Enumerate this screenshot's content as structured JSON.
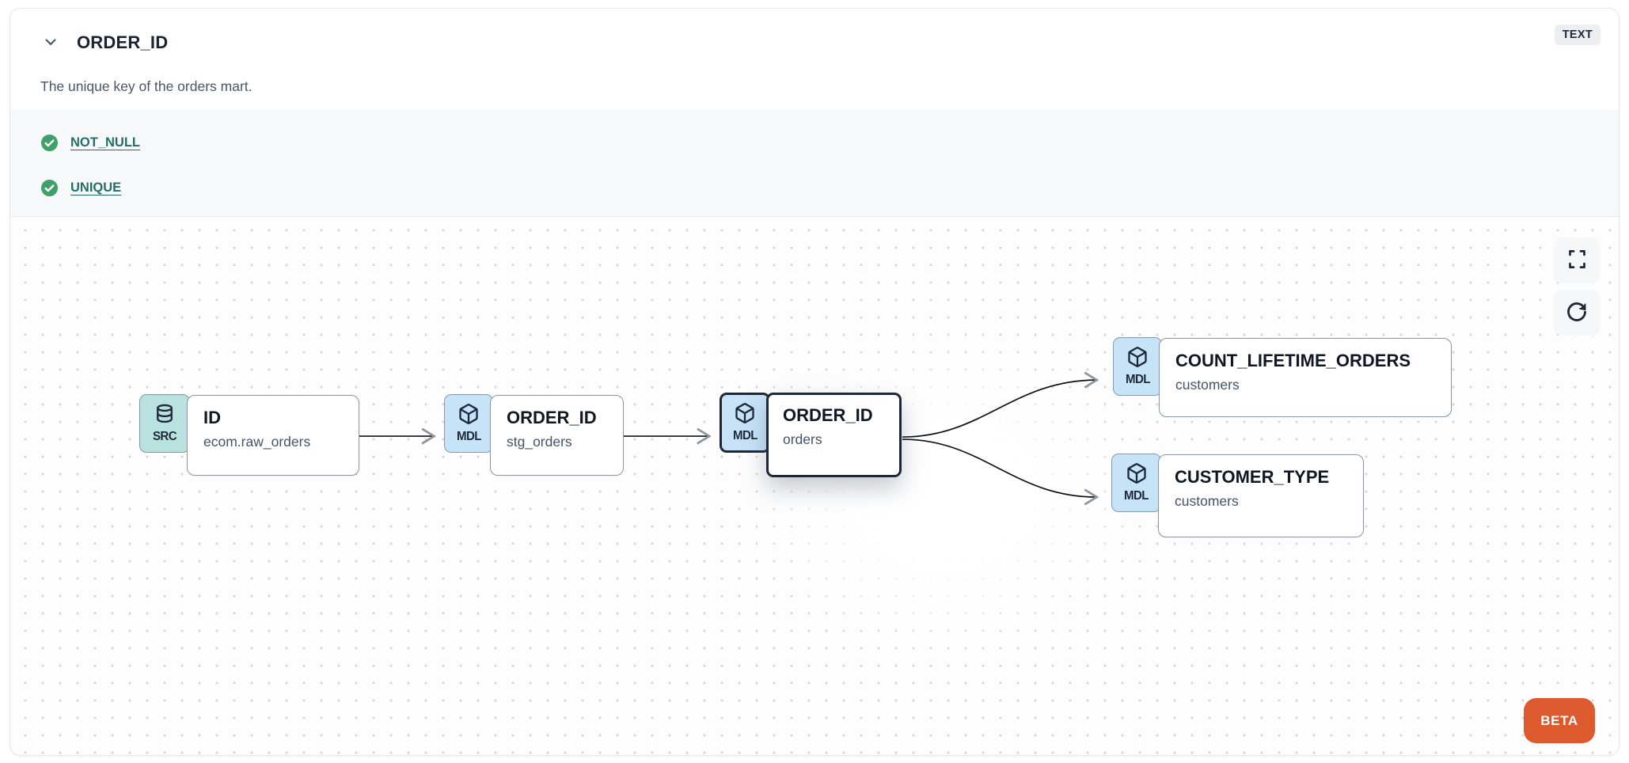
{
  "header": {
    "title": "ORDER_ID",
    "type_badge": "TEXT",
    "description": "The unique key of the orders mart."
  },
  "tests": {
    "items": [
      {
        "status": "pass",
        "label": "NOT_NULL"
      },
      {
        "status": "pass",
        "label": "UNIQUE"
      }
    ]
  },
  "lineage": {
    "nodes": [
      {
        "kind": "SRC",
        "icon": "database-icon",
        "title": "ID",
        "subtitle": "ecom.raw_orders",
        "selected": false
      },
      {
        "kind": "MDL",
        "icon": "cube-icon",
        "title": "ORDER_ID",
        "subtitle": "stg_orders",
        "selected": false
      },
      {
        "kind": "MDL",
        "icon": "cube-icon",
        "title": "ORDER_ID",
        "subtitle": "orders",
        "selected": true
      },
      {
        "kind": "MDL",
        "icon": "cube-icon",
        "title": "COUNT_LIFETIME_ORDERS",
        "subtitle": "customers",
        "selected": false
      },
      {
        "kind": "MDL",
        "icon": "cube-icon",
        "title": "CUSTOMER_TYPE",
        "subtitle": "customers",
        "selected": false
      }
    ],
    "edges": [
      {
        "from": "ID (ecom.raw_orders)",
        "to": "ORDER_ID (stg_orders)"
      },
      {
        "from": "ORDER_ID (stg_orders)",
        "to": "ORDER_ID (orders)"
      },
      {
        "from": "ORDER_ID (orders)",
        "to": "COUNT_LIFETIME_ORDERS (customers)"
      },
      {
        "from": "ORDER_ID (orders)",
        "to": "CUSTOMER_TYPE (customers)"
      }
    ],
    "beta_label": "BETA"
  },
  "colors": {
    "accent_orange": "#dd5a2e",
    "src_badge": "#b9e2de",
    "mdl_badge": "#c7e3f8",
    "test_pass_green": "#3fa06a",
    "test_link_teal": "#256e66",
    "selected_border": "#1d2736"
  }
}
